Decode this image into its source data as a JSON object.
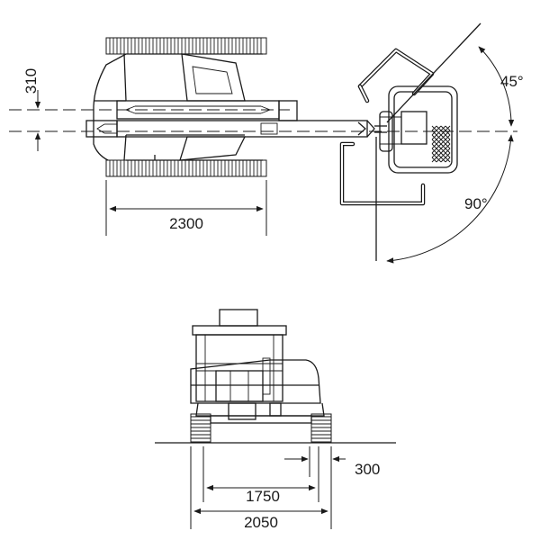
{
  "top_view": {
    "offset_label": "310",
    "track_width_label": "2300",
    "angle_left_label": "45°",
    "angle_right_label": "90°"
  },
  "front_view": {
    "track_offset_label": "300",
    "inner_width_label": "1750",
    "outer_width_label": "2050"
  },
  "colors": {
    "line": "#1a1a1a",
    "background": "#ffffff"
  }
}
